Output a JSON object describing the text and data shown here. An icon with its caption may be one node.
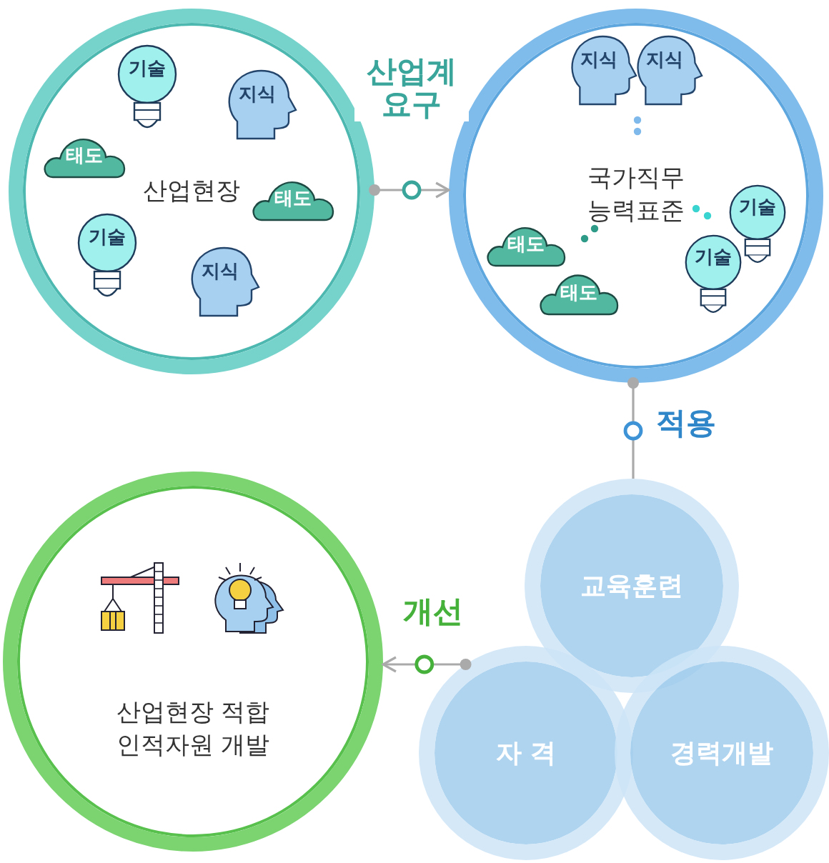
{
  "diagram": {
    "nodes": [
      {
        "text": [
          "산업현장"
        ]
      },
      {
        "text": [
          "기술"
        ],
        "in": 0
      },
      {
        "text": [
          "지식"
        ],
        "in": 0
      },
      {
        "text": [
          "태도"
        ],
        "in": 0
      },
      {
        "text": [
          "태도"
        ],
        "in": 0
      },
      {
        "text": [
          "기술"
        ],
        "in": 0
      },
      {
        "text": [
          "지식"
        ],
        "in": 0
      },
      {
        "text": [
          "국가직무 능력표준"
        ]
      },
      {
        "text": [
          "지식"
        ],
        "in": 7
      },
      {
        "text": [
          "지식"
        ],
        "in": 7
      },
      {
        "text": [
          "기술"
        ],
        "in": 7
      },
      {
        "text": [
          "태도"
        ],
        "in": 7
      },
      {
        "text": [
          "기술"
        ],
        "in": 7
      },
      {
        "text": [
          "태도"
        ],
        "in": 7
      },
      {
        "text": [
          "교육훈련"
        ]
      },
      {
        "text": [
          "자 격"
        ]
      },
      {
        "text": [
          "경력개발"
        ]
      },
      {
        "text": [
          "산업현장 적합 인적자원 개발"
        ]
      }
    ],
    "edges": [
      {
        "from": 0,
        "to": 7,
        "arrow": "to",
        "label": "산업계 요구"
      },
      {
        "from": 7,
        "to": 14,
        "arrow": "other",
        "label": "적용"
      },
      {
        "from": 15,
        "to": 17,
        "arrow": "to",
        "label": "개선"
      }
    ]
  }
}
